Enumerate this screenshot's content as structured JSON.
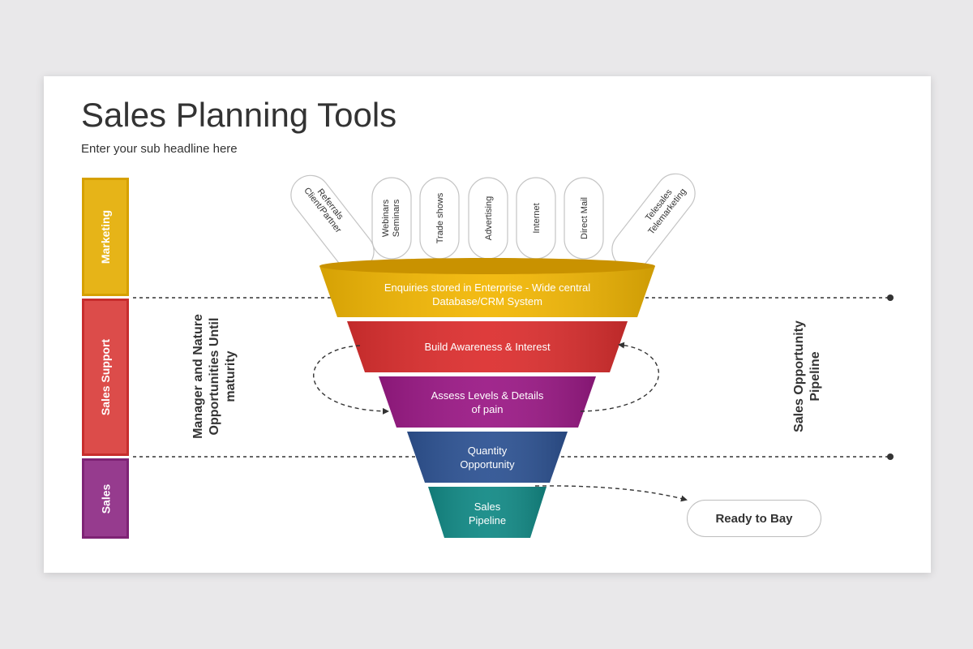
{
  "header": {
    "title": "Sales Planning Tools",
    "subtitle": "Enter your sub headline here"
  },
  "stages": [
    {
      "label": "Marketing",
      "color": "#e6b418"
    },
    {
      "label": "Sales Support",
      "color": "#d8393d"
    },
    {
      "label": "Sales",
      "color": "#8f2f86"
    }
  ],
  "channels": [
    {
      "line1": "Client/Partner",
      "line2": "Referrals"
    },
    {
      "line1": "Webinars",
      "line2": "Seminars"
    },
    {
      "line1": "Trade shows",
      "line2": ""
    },
    {
      "line1": "Advertising",
      "line2": ""
    },
    {
      "line1": "Internet",
      "line2": ""
    },
    {
      "line1": "Direct Mail",
      "line2": ""
    },
    {
      "line1": "Telesales",
      "line2": "Telemarketing"
    }
  ],
  "funnel": [
    {
      "line1": "Enquiries stored in Enterprise - Wide central",
      "line2": "Database/CRM System",
      "color": "#f2b705"
    },
    {
      "line1": "Build Awareness & Interest",
      "line2": "",
      "color": "#dc3030"
    },
    {
      "line1": "Assess Levels & Details",
      "line2": "of pain",
      "color": "#9b1a86"
    },
    {
      "line1": "Quantity",
      "line2": "Opportunity",
      "color": "#2e5393"
    },
    {
      "line1": "Sales",
      "line2": "Pipeline",
      "color": "#138a86"
    }
  ],
  "left_note": {
    "line1": "Manager and Nature",
    "line2": "Opportunities Until",
    "line3": "maturity"
  },
  "right_note": {
    "line1": "Sales Opportunity",
    "line2": "Pipeline"
  },
  "ready_label": "Ready to Bay"
}
